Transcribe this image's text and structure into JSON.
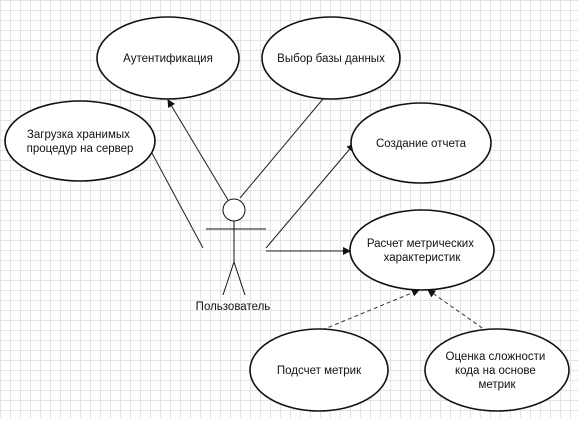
{
  "actor": {
    "label": "Пользователь"
  },
  "use_cases": {
    "auth": {
      "lines": [
        "Аутентификация"
      ]
    },
    "db_select": {
      "lines": [
        "Выбор базы данных"
      ]
    },
    "upload": {
      "lines": [
        "Загрузка хранимых",
        "процедур на сервер"
      ]
    },
    "report": {
      "lines": [
        "Создание отчета"
      ]
    },
    "calc": {
      "lines": [
        "Расчет метрических",
        "характеристик"
      ]
    },
    "count": {
      "lines": [
        "Подсчет метрик"
      ]
    },
    "complexity": {
      "lines": [
        "Оценка сложности",
        "кода на основе",
        "метрик"
      ]
    }
  },
  "colors": {
    "line": "#111111",
    "grid": "#e4e4e4",
    "background": "#ffffff"
  }
}
